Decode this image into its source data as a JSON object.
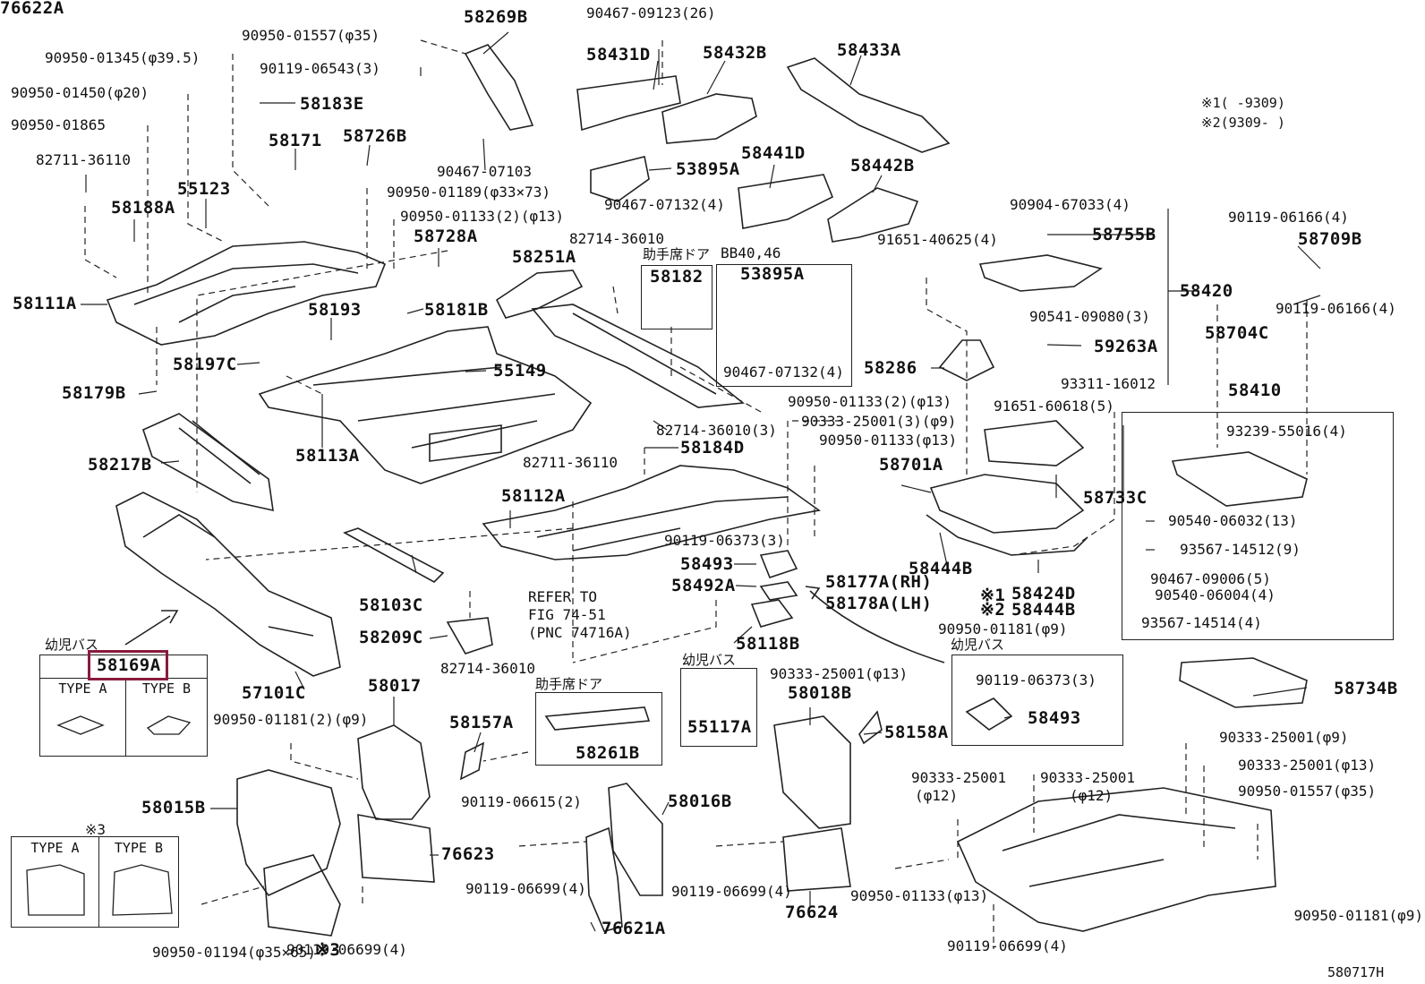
{
  "notes": {
    "n1": "※1(      -9309)",
    "n2": "※2(9309-      )"
  },
  "figure_code": "580717H",
  "highlight_color": "#8a1b3d",
  "parts": [
    {
      "text": "58269B",
      "cls": "big"
    },
    {
      "text": "90467-09123(26)",
      "cls": "pn"
    },
    {
      "text": "90950-01557(φ35)",
      "cls": "pn"
    },
    {
      "text": "90950-01345(φ39.5)",
      "cls": "pn"
    },
    {
      "text": "90119-06543(3)",
      "cls": "pn"
    },
    {
      "text": "58431D",
      "cls": "big"
    },
    {
      "text": "58432B",
      "cls": "big"
    },
    {
      "text": "58433A",
      "cls": "big"
    },
    {
      "text": "90950-01450(φ20)",
      "cls": "pn"
    },
    {
      "text": "58183E",
      "cls": "big"
    },
    {
      "text": "90950-01865",
      "cls": "pn"
    },
    {
      "text": "58171",
      "cls": "big"
    },
    {
      "text": "58726B",
      "cls": "big"
    },
    {
      "text": "90467-07103",
      "cls": "pn"
    },
    {
      "text": "82711-36110",
      "cls": "pn"
    },
    {
      "text": "55123",
      "cls": "big"
    },
    {
      "text": "53895A",
      "cls": "big"
    },
    {
      "text": "58441D",
      "cls": "big"
    },
    {
      "text": "58442B",
      "cls": "big"
    },
    {
      "text": "58188A",
      "cls": "big"
    },
    {
      "text": "90950-01189(φ33×73)",
      "cls": "pn"
    },
    {
      "text": "90467-07132(4)",
      "cls": "pn"
    },
    {
      "text": "90950-01133(2)(φ13)",
      "cls": "pn"
    },
    {
      "text": "90904-67033(4)",
      "cls": "pn"
    },
    {
      "text": "90119-06166(4)",
      "cls": "pn"
    },
    {
      "text": "58728A",
      "cls": "big"
    },
    {
      "text": "82714-36010",
      "cls": "pn"
    },
    {
      "text": "58755B",
      "cls": "big"
    },
    {
      "text": "58709B",
      "cls": "big"
    },
    {
      "text": "91651-40625(4)",
      "cls": "pn"
    },
    {
      "text": "助手席ドア",
      "cls": "jp"
    },
    {
      "text": "BB40,46",
      "cls": "pn"
    },
    {
      "text": "58251A",
      "cls": "big"
    },
    {
      "text": "58182",
      "cls": "big"
    },
    {
      "text": "53895A",
      "cls": "big"
    },
    {
      "text": "58420",
      "cls": "big"
    },
    {
      "text": "58111A",
      "cls": "big"
    },
    {
      "text": "58193",
      "cls": "big"
    },
    {
      "text": "58181B",
      "cls": "big"
    },
    {
      "text": "90541-09080(3)",
      "cls": "pn"
    },
    {
      "text": "90119-06166(4)",
      "cls": "pn"
    },
    {
      "text": "58704C",
      "cls": "big"
    },
    {
      "text": "59263A",
      "cls": "big"
    },
    {
      "text": "58197C",
      "cls": "big"
    },
    {
      "text": "55149",
      "cls": "big"
    },
    {
      "text": "90467-07132(4)",
      "cls": "pn"
    },
    {
      "text": "58286",
      "cls": "big"
    },
    {
      "text": "93311-16012",
      "cls": "pn"
    },
    {
      "text": "58410",
      "cls": "big"
    },
    {
      "text": "58179B",
      "cls": "big"
    },
    {
      "text": "90950-01133(2)(φ13)",
      "cls": "pn"
    },
    {
      "text": "91651-60618(5)",
      "cls": "pn"
    },
    {
      "text": "90333-25001(3)(φ9)",
      "cls": "pn"
    },
    {
      "text": "82714-36010(3)",
      "cls": "pn"
    },
    {
      "text": "90950-01133(φ13)",
      "cls": "pn"
    },
    {
      "text": "93239-55016(4)",
      "cls": "pn"
    },
    {
      "text": "58113A",
      "cls": "big"
    },
    {
      "text": "58184D",
      "cls": "big"
    },
    {
      "text": "58217B",
      "cls": "big"
    },
    {
      "text": "82711-36110",
      "cls": "pn"
    },
    {
      "text": "58701A",
      "cls": "big"
    },
    {
      "text": "58112A",
      "cls": "big"
    },
    {
      "text": "58733C",
      "cls": "big"
    },
    {
      "text": "90540-06032(13)",
      "cls": "pn"
    },
    {
      "text": "90119-06373(3)",
      "cls": "pn"
    },
    {
      "text": "93567-14512(9)",
      "cls": "pn"
    },
    {
      "text": "58493",
      "cls": "big"
    },
    {
      "text": "58444B",
      "cls": "big"
    },
    {
      "text": "58177A(RH)",
      "cls": "big"
    },
    {
      "text": "90467-09006(5)",
      "cls": "pn"
    },
    {
      "text": "REFER TO",
      "cls": "pn"
    },
    {
      "text": "58492A",
      "cls": "big"
    },
    {
      "text": "58178A(LH)",
      "cls": "big"
    },
    {
      "text": "※1",
      "cls": "big"
    },
    {
      "text": "58424D",
      "cls": "big"
    },
    {
      "text": "90540-06004(4)",
      "cls": "pn"
    },
    {
      "text": "58103C",
      "cls": "big"
    },
    {
      "text": "FIG 74-51",
      "cls": "pn"
    },
    {
      "text": "※2",
      "cls": "big"
    },
    {
      "text": "58444B",
      "cls": "big"
    },
    {
      "text": "93567-14514(4)",
      "cls": "pn"
    },
    {
      "text": "(PNC 74716A)",
      "cls": "pn"
    },
    {
      "text": "90950-01181(φ9)",
      "cls": "pn"
    },
    {
      "text": "58209C",
      "cls": "big"
    },
    {
      "text": "58118B",
      "cls": "big"
    },
    {
      "text": "幼児バス",
      "cls": "jp"
    },
    {
      "text": "幼児バス",
      "cls": "jp"
    },
    {
      "text": "82714-36010",
      "cls": "pn"
    },
    {
      "text": "90333-25001(φ13)",
      "cls": "pn"
    },
    {
      "text": "90119-06373(3)",
      "cls": "pn"
    },
    {
      "text": "幼児バス",
      "cls": "jp"
    },
    {
      "text": "58734B",
      "cls": "big"
    },
    {
      "text": "助手席ドア",
      "cls": "jp"
    },
    {
      "text": "58017",
      "cls": "big"
    },
    {
      "text": "57101C",
      "cls": "big"
    },
    {
      "text": "58018B",
      "cls": "big"
    },
    {
      "text": "58493",
      "cls": "big"
    },
    {
      "text": "90950-01181(2)(φ9)",
      "cls": "pn"
    },
    {
      "text": "58157A",
      "cls": "big"
    },
    {
      "text": "55117A",
      "cls": "big"
    },
    {
      "text": "58158A",
      "cls": "big"
    },
    {
      "text": "58261B",
      "cls": "big"
    },
    {
      "text": "90333-25001(φ9)",
      "cls": "pn"
    },
    {
      "text": "90333-25001(φ13)",
      "cls": "pn"
    },
    {
      "text": "90333-25001",
      "cls": "pn"
    },
    {
      "text": "90333-25001",
      "cls": "pn"
    },
    {
      "text": "(φ12)",
      "cls": "pn"
    },
    {
      "text": "(φ12)",
      "cls": "pn"
    },
    {
      "text": "58015B",
      "cls": "big"
    },
    {
      "text": "90119-06615(2)",
      "cls": "pn"
    },
    {
      "text": "58016B",
      "cls": "big"
    },
    {
      "text": "90950-01557(φ35)",
      "cls": "pn"
    },
    {
      "text": "※3",
      "cls": "pn"
    },
    {
      "text": "76623",
      "cls": "big"
    },
    {
      "text": "90950-01133(φ13)",
      "cls": "pn"
    },
    {
      "text": "90119-06699(4)",
      "cls": "pn"
    },
    {
      "text": "90119-06699(4)",
      "cls": "pn"
    },
    {
      "text": "90950-01181(φ9)",
      "cls": "pn"
    },
    {
      "text": "76624",
      "cls": "big"
    },
    {
      "text": "90119-06699(4)",
      "cls": "pn"
    },
    {
      "text": "90950-01194(φ35×65)",
      "cls": "pn"
    },
    {
      "text": "90119-06699(4)",
      "cls": "pn"
    },
    {
      "text": "※3",
      "cls": "big"
    },
    {
      "text": "76621A",
      "cls": "big"
    },
    {
      "text": "76622A",
      "cls": "big"
    }
  ],
  "type_table_58169A": {
    "part": "58169A",
    "col_a": "TYPE  A",
    "col_b": "TYPE  B"
  },
  "type_table_note3": {
    "col_a": "TYPE A",
    "col_b": "TYPE B"
  }
}
